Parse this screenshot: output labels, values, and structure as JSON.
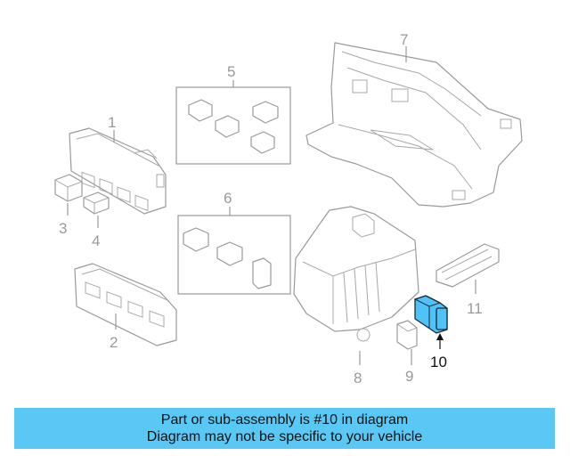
{
  "callouts": {
    "c1": "1",
    "c2": "2",
    "c3": "3",
    "c4": "4",
    "c5": "5",
    "c6": "6",
    "c7": "7",
    "c8": "8",
    "c9": "9",
    "c10": "10",
    "c11": "11"
  },
  "highlight": {
    "part_number": "10",
    "color": "#4fc3f7"
  },
  "banner": {
    "line1": "Part or sub-assembly is #10 in diagram",
    "line2": "Diagram may not be specific to your vehicle",
    "background": "#5ac8f5"
  }
}
